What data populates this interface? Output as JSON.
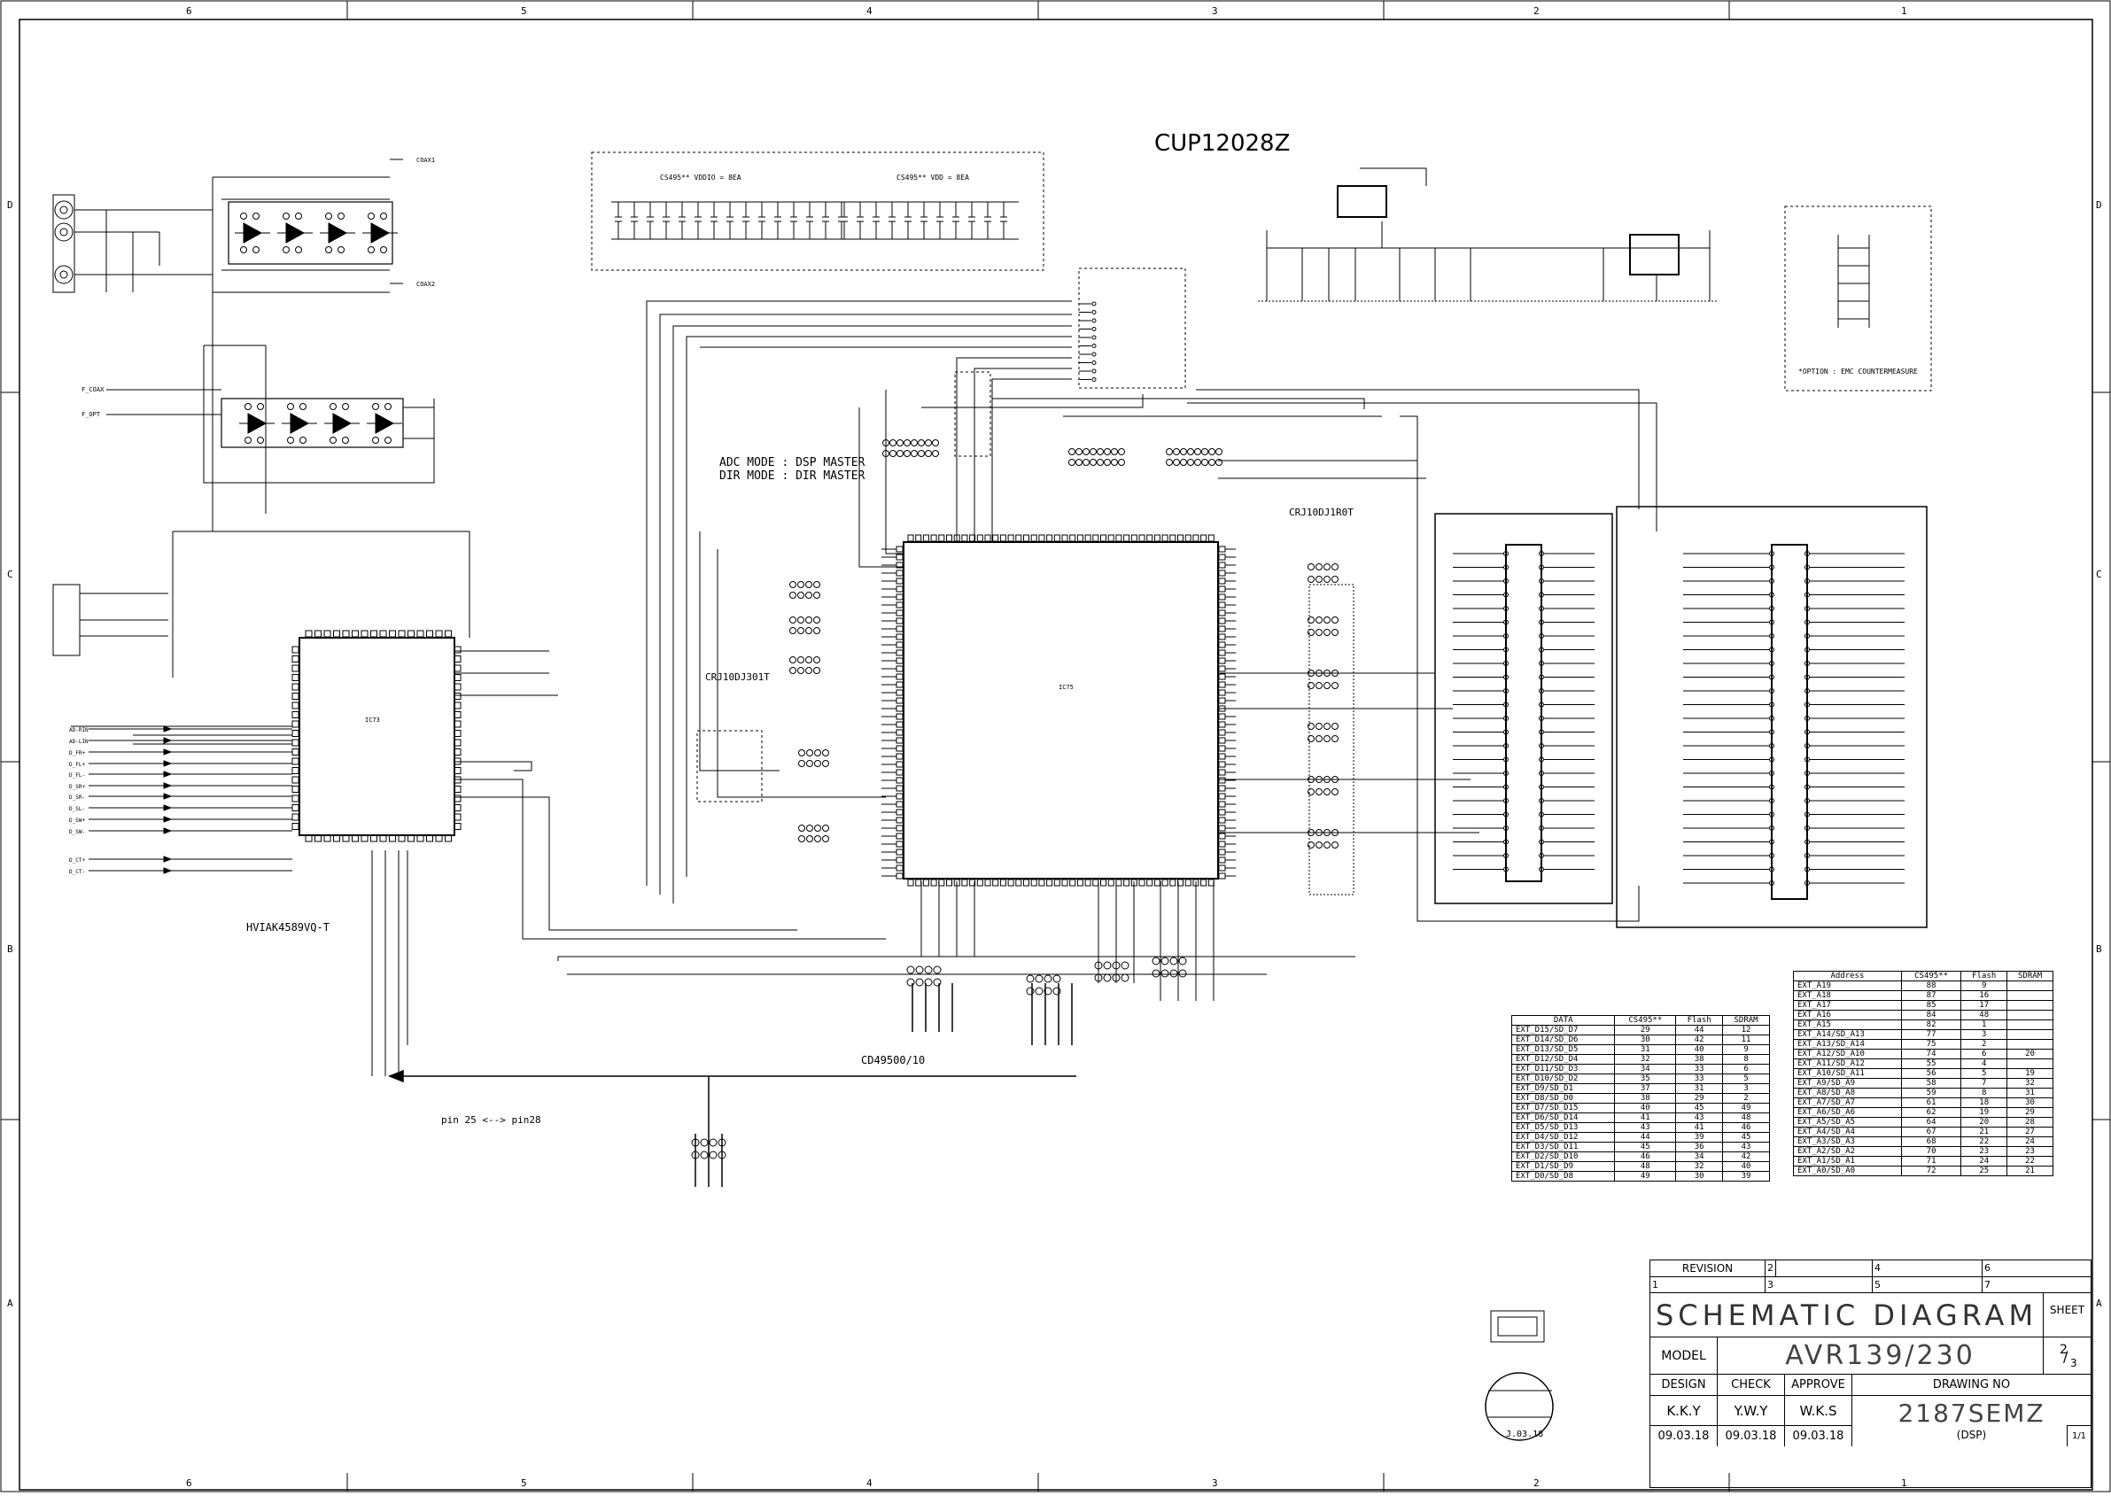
{
  "frame": {
    "columns": [
      "6",
      "5",
      "4",
      "3",
      "2",
      "1"
    ],
    "rows": [
      "D",
      "C",
      "B",
      "A"
    ]
  },
  "title_labels": {
    "cup": "CUP12028Z",
    "crj_main": "CRJ10DJ1R0T",
    "crj_sub": "CRJ10DJ301T",
    "adc_mode": "ADC MODE : DSP MASTER",
    "dir_mode": "DIR MODE : DIR MASTER",
    "codec_part": "HVIAK4589VQ-T",
    "dsp_part": "CD49500/10",
    "pin_note": "pin 25 <--> pin28",
    "option_note": "*OPTION : EMC COUNTERMEASURE",
    "vdd_a": "CS495** VDDIO = 8EA",
    "vdd_b": "CS495** VDD = 8EA",
    "ic_codec": "IC73",
    "ic_dsp": "IC75"
  },
  "data_table": {
    "headers": [
      "DATA",
      "CS495**",
      "Flash",
      "SDRAM"
    ],
    "rows": [
      [
        "EXT_D15/SD_D7",
        "29",
        "44",
        "12"
      ],
      [
        "EXT_D14/SD_D6",
        "30",
        "42",
        "11"
      ],
      [
        "EXT_D13/SD_D5",
        "31",
        "40",
        "9"
      ],
      [
        "EXT_D12/SD_D4",
        "32",
        "38",
        "8"
      ],
      [
        "EXT_D11/SD_D3",
        "34",
        "33",
        "6"
      ],
      [
        "EXT_D10/SD_D2",
        "35",
        "33",
        "5"
      ],
      [
        "EXT_D9/SD_D1",
        "37",
        "31",
        "3"
      ],
      [
        "EXT_D8/SD_D0",
        "38",
        "29",
        "2"
      ],
      [
        "EXT_D7/SD_D15",
        "40",
        "45",
        "49"
      ],
      [
        "EXT_D6/SD_D14",
        "41",
        "43",
        "48"
      ],
      [
        "EXT_D5/SD_D13",
        "43",
        "41",
        "46"
      ],
      [
        "EXT_D4/SD_D12",
        "44",
        "39",
        "45"
      ],
      [
        "EXT_D3/SD_D11",
        "45",
        "36",
        "43"
      ],
      [
        "EXT_D2/SD_D10",
        "46",
        "34",
        "42"
      ],
      [
        "EXT_D1/SD_D9",
        "48",
        "32",
        "40"
      ],
      [
        "EXT_D0/SD_D8",
        "49",
        "30",
        "39"
      ]
    ]
  },
  "address_table": {
    "headers": [
      "Address",
      "CS495**",
      "Flash",
      "SDRAM"
    ],
    "rows": [
      [
        "EXT_A19",
        "88",
        "9",
        ""
      ],
      [
        "EXT_A18",
        "87",
        "16",
        ""
      ],
      [
        "EXT_A17",
        "85",
        "17",
        ""
      ],
      [
        "EXT_A16",
        "84",
        "48",
        ""
      ],
      [
        "EXT_A15",
        "82",
        "1",
        ""
      ],
      [
        "EXT_A14/SD_A13",
        "77",
        "3",
        ""
      ],
      [
        "EXT_A13/SD_A14",
        "75",
        "2",
        ""
      ],
      [
        "EXT_A12/SD_A10",
        "74",
        "6",
        "20"
      ],
      [
        "EXT_A11/SD_A12",
        "55",
        "4",
        ""
      ],
      [
        "EXT_A10/SD_A11",
        "56",
        "5",
        "19"
      ],
      [
        "EXT_A9/SD_A9",
        "58",
        "7",
        "32"
      ],
      [
        "EXT_A8/SD_A8",
        "59",
        "8",
        "31"
      ],
      [
        "EXT_A7/SD_A7",
        "61",
        "18",
        "30"
      ],
      [
        "EXT_A6/SD_A6",
        "62",
        "19",
        "29"
      ],
      [
        "EXT_A5/SD_A5",
        "64",
        "20",
        "28"
      ],
      [
        "EXT_A4/SD_A4",
        "67",
        "21",
        "27"
      ],
      [
        "EXT_A3/SD_A3",
        "68",
        "22",
        "24"
      ],
      [
        "EXT_A2/SD_A2",
        "70",
        "23",
        "23"
      ],
      [
        "EXT_A1/SD_A1",
        "71",
        "24",
        "22"
      ],
      [
        "EXT_A0/SD_A0",
        "72",
        "25",
        "21"
      ]
    ]
  },
  "title_block": {
    "revision_label": "REVISION",
    "rev_numbers": [
      "1",
      "2",
      "3",
      "4",
      "5",
      "6",
      "7"
    ],
    "title": "SCHEMATIC DIAGRAM",
    "sheet_label": "SHEET",
    "model_label": "MODEL",
    "model_value": "AVR139/230",
    "sheet_num": "2",
    "sheet_total": "3",
    "design_label": "DESIGN",
    "check_label": "CHECK",
    "approve_label": "APPROVE",
    "drawing_no_label": "DRAWING NO",
    "design_name": "K.K.Y",
    "check_name": "Y.W.Y",
    "approve_name": "W.K.S",
    "design_date": "09.03.18",
    "check_date": "09.03.18",
    "approve_date": "09.03.18",
    "drawing_no": "2187SEMZ",
    "drawing_suffix": "(DSP)",
    "page": "1/1",
    "stamp_date": "J.03.18"
  },
  "left_inputs": [
    "AD-RIN",
    "AD-LIN",
    "D_FR+",
    "D_FL+",
    "D_FL-",
    "D_SR+",
    "D_SR-",
    "D_SL-",
    "D_SW+",
    "D_SW-"
  ],
  "left_outputs": [
    "D_CT+",
    "D_CT-"
  ],
  "connectors": [
    "F_COAX",
    "F_OPT",
    "COAX1",
    "COAX2"
  ]
}
